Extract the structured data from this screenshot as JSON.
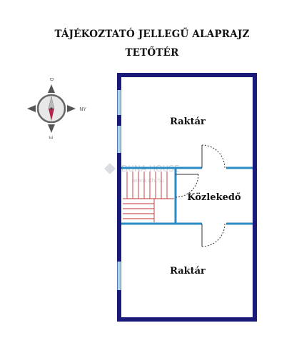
{
  "title": {
    "line1": "TÁJÉKOZTATÓ JELLEGŰ ALAPRAJZ",
    "line2": "TETŐTÉR"
  },
  "rooms": {
    "upper": "Raktár",
    "corridor": "Közlekedő",
    "lower": "Raktár"
  },
  "compass": {
    "north": "D",
    "east": "NY",
    "south": "É"
  },
  "watermark": {
    "brand": "DUNA HOUSE",
    "url": "www.dh.hu"
  },
  "colors": {
    "outer_wall": "#1a1a7a",
    "inner_wall": "#2a8bc2",
    "window": "#a9d4ea",
    "door_swing": "#333333",
    "stair": "#c03030"
  }
}
